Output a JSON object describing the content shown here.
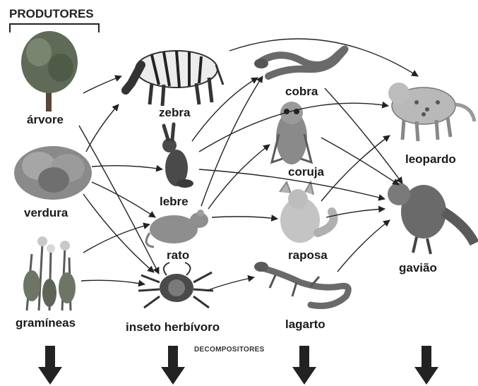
{
  "header": {
    "producers_label": "PRODUTORES"
  },
  "decomposers_label": "DECOMPOSITORES",
  "organisms": {
    "arvore": "árvore",
    "verdura": "verdura",
    "gramineas": "gramíneas",
    "zebra": "zebra",
    "lebre": "lebre",
    "rato": "rato",
    "inseto": "inseto herbívoro",
    "cobra": "cobra",
    "coruja": "coruja",
    "raposa": "raposa",
    "lagarto": "lagarto",
    "leopardo": "leopardo",
    "gaviao": "gavião"
  }
}
